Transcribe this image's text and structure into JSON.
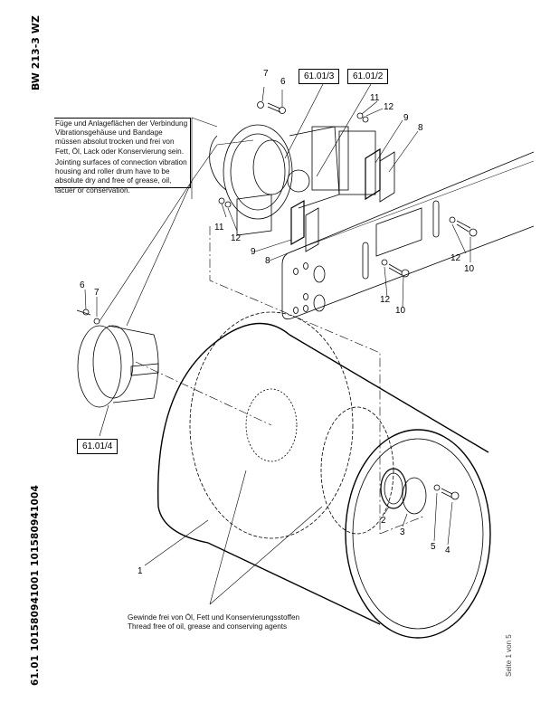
{
  "header": {
    "model_code": "BW 213-3 WZ",
    "document_code": "61.01 101580941001 101580941004",
    "page_number": "Seite 1 von 5"
  },
  "notes": {
    "jointing_de": "Füge und Anlageflächen der Verbindung Vibrationsgehäuse und Bandage müssen absolut trocken und frei von Fett, Öl, Lack oder Konservierung sein.",
    "jointing_en": "Jointing surfaces of connection vibration housing and roller drum have to be absolute dry and free of grease, oil, lacuer or conservation.",
    "thread_de": "Gewinde frei von Öl, Fett und Konservierungsstoffen",
    "thread_en": "Thread free of oil, grease and conserving agents"
  },
  "references": {
    "ref_3": "61.01/3",
    "ref_2": "61.01/2",
    "ref_4": "61.01/4"
  },
  "callouts": [
    {
      "id": "c1",
      "label": "1"
    },
    {
      "id": "c2",
      "label": "2"
    },
    {
      "id": "c3",
      "label": "3"
    },
    {
      "id": "c4",
      "label": "4"
    },
    {
      "id": "c5",
      "label": "5"
    },
    {
      "id": "c6a",
      "label": "6"
    },
    {
      "id": "c7a",
      "label": "7"
    },
    {
      "id": "c6b",
      "label": "6"
    },
    {
      "id": "c7b",
      "label": "7"
    },
    {
      "id": "c8a",
      "label": "8"
    },
    {
      "id": "c9a",
      "label": "9"
    },
    {
      "id": "c8b",
      "label": "8"
    },
    {
      "id": "c9b",
      "label": "9"
    },
    {
      "id": "c10a",
      "label": "10"
    },
    {
      "id": "c10b",
      "label": "10"
    },
    {
      "id": "c11a",
      "label": "11"
    },
    {
      "id": "c12a",
      "label": "12"
    },
    {
      "id": "c11b",
      "label": "11"
    },
    {
      "id": "c12b",
      "label": "12"
    },
    {
      "id": "c12c",
      "label": "12"
    },
    {
      "id": "c12d",
      "label": "12"
    }
  ]
}
